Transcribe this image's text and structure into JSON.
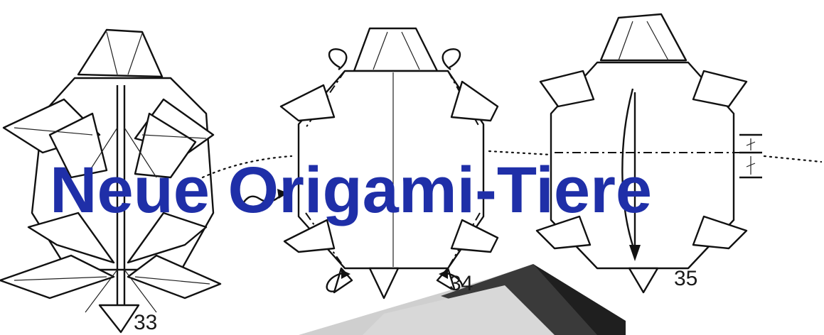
{
  "title": "Neue Origami-Tiere",
  "steps": {
    "step_33": "33",
    "step_34": "34",
    "step_35": "35"
  },
  "colors": {
    "title": "#1f2fa8",
    "ink": "#111111",
    "paper_light": "#cfcfcf",
    "paper_dark": "#3a3a3a"
  }
}
